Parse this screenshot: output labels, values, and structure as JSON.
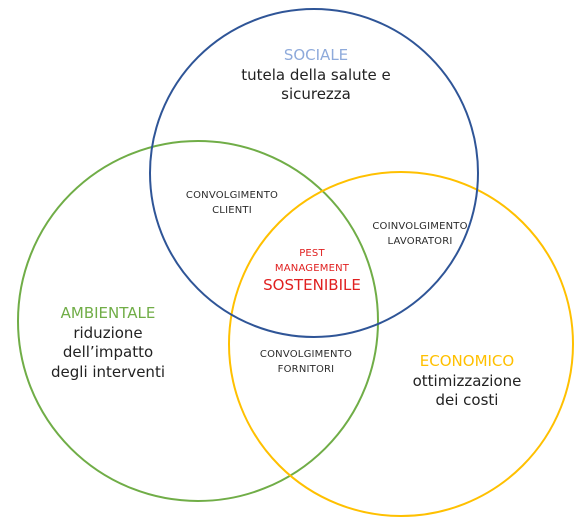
{
  "colors": {
    "sociale": "#2f5597",
    "sociale_heading": "#8eaadb",
    "ambientale": "#70ad47",
    "economico": "#ffc000",
    "center": "#e02020",
    "text": "#222222"
  },
  "sociale": {
    "heading": "SOCIALE",
    "desc_line1": "tutela della salute e",
    "desc_line2": "sicurezza"
  },
  "ambientale": {
    "heading": "AMBIENTALE",
    "desc_line1": "riduzione",
    "desc_line2": "dell’impatto",
    "desc_line3": "degli interventi"
  },
  "economico": {
    "heading": "ECONOMICO",
    "desc_line1": "ottimizzazione",
    "desc_line2": "dei costi"
  },
  "intersections": {
    "sociale_ambientale_line1": "CONVOLGIMENTO",
    "sociale_ambientale_line2": "CLIENTI",
    "sociale_economico_line1": "COINVOLGIMENTO",
    "sociale_economico_line2": "LAVORATORI",
    "ambientale_economico_line1": "CONVOLGIMENTO",
    "ambientale_economico_line2": "FORNITORI"
  },
  "center": {
    "line1": "PEST",
    "line2": "MANAGEMENT",
    "line3": "SOSTENIBILE"
  }
}
